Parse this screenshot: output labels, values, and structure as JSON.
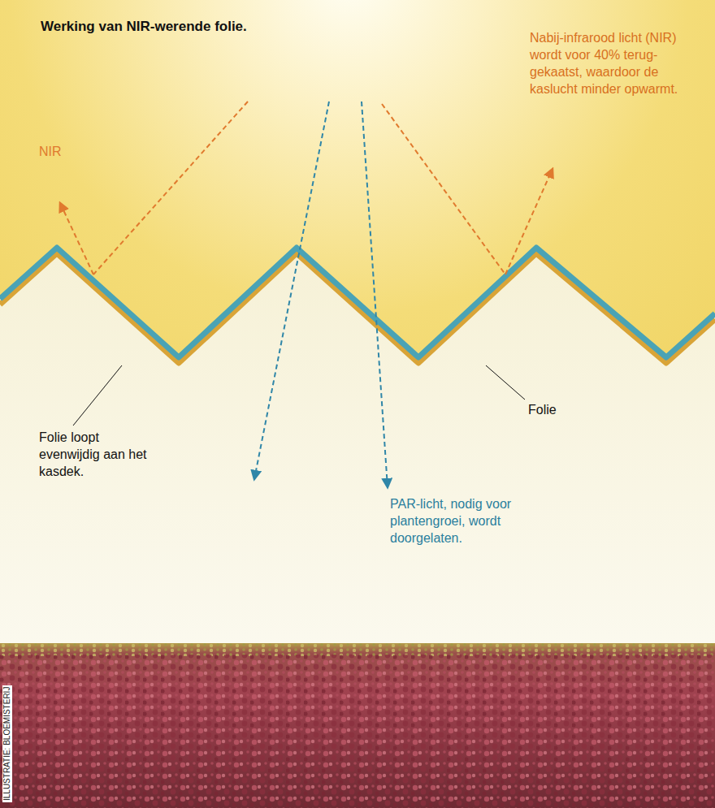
{
  "diagram": {
    "title": "Werking van NIR-werende folie.",
    "labels": [
      "NIR",
      "Folie loopt evenwijdig aan het kasdek.",
      "Folie",
      "Nabij-infrarood licht (NIR) wordt voor 40% terug-gekaatst, waardoor de kaslucht minder opwarmt.",
      "PAR-licht, nodig voor plantengroei, wordt doorgelaten.",
      "ILLUSTRATIE: BLOEMISTERIJ"
    ]
  }
}
